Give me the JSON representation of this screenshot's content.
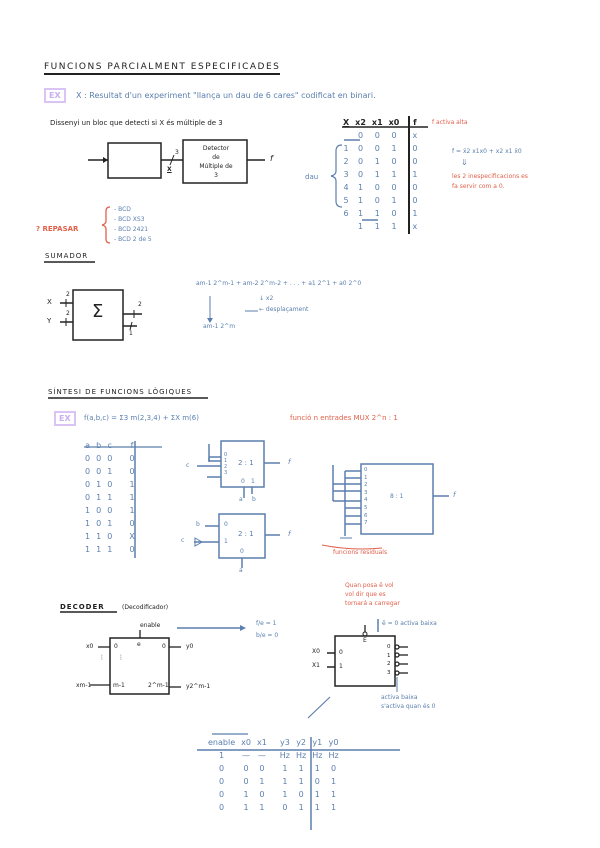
{
  "sections": {
    "s1": {
      "title": "FUNCIONS PARCIALMENT ESPECIFICADES",
      "ex_badge": "EX",
      "ex_text": "X : Resultat d'un experiment \"llança un dau de 6 cares\" codificat en binari.",
      "task": "Dissenyi un bloc que detecti si X és múltiple de 3",
      "detector_label": [
        "Detector",
        "de",
        "Múltiple de",
        "3"
      ],
      "bus_width": "3",
      "bus_name": "X",
      "output_name": "f",
      "dau_label": "dau",
      "truth_table": {
        "headers": [
          "X",
          "x2",
          "x1",
          "x0",
          "f"
        ],
        "rows": [
          [
            "",
            "0",
            "0",
            "0",
            "x"
          ],
          [
            "1",
            "0",
            "0",
            "1",
            "0"
          ],
          [
            "2",
            "0",
            "1",
            "0",
            "0"
          ],
          [
            "3",
            "0",
            "1",
            "1",
            "1"
          ],
          [
            "4",
            "1",
            "0",
            "0",
            "0"
          ],
          [
            "5",
            "1",
            "0",
            "1",
            "0"
          ],
          [
            "6",
            "1",
            "1",
            "0",
            "1"
          ],
          [
            "",
            "1",
            "1",
            "1",
            "x"
          ]
        ]
      },
      "note_active": "f activa alta",
      "formula": "f = x̄2 x1x0 + x2 x1 x̄0",
      "arrow": "⇓",
      "note_unspec": [
        "les 2 inespecificacions es",
        "fa servir com a 0."
      ],
      "review_label": "REPASAR",
      "review_items": [
        "- BCD",
        "- BCD XS3",
        "- BCD 2421",
        "- BCD 2 de 5"
      ]
    },
    "s2": {
      "title": "SUMADOR",
      "in_x": "X",
      "in_y": "Y",
      "in_x_w": "2",
      "in_y_w": "2",
      "out_w": "2",
      "carry_w": "1",
      "sigma": "Σ",
      "series": "am-1 2^m-1 + am-2 2^m-2 + . . . + a1 2^1 + a0 2^0",
      "x2": "↓ x2",
      "shift": "← desplaçament",
      "result": "am-1 2^m"
    },
    "s3": {
      "title": "SÍNTESI DE FUNCIONS LÒGIQUES",
      "ex_badge": "EX",
      "expr": "f(a,b,c) = Σ3 m(2,3,4) + ΣX m(6)",
      "note": "funció n entrades  MUX 2^n : 1",
      "table": {
        "headers": [
          "a",
          "b",
          "c",
          "f"
        ],
        "rows": [
          [
            "0",
            "0",
            "0",
            "0"
          ],
          [
            "0",
            "0",
            "1",
            "0"
          ],
          [
            "0",
            "1",
            "0",
            "1"
          ],
          [
            "0",
            "1",
            "1",
            "1"
          ],
          [
            "1",
            "0",
            "0",
            "1"
          ],
          [
            "1",
            "0",
            "1",
            "0"
          ],
          [
            "1",
            "1",
            "0",
            "X"
          ],
          [
            "1",
            "1",
            "1",
            "0"
          ]
        ]
      },
      "mux1": {
        "label": "2 : 1",
        "inputs": [
          "0",
          "1",
          "2",
          "3"
        ],
        "sel": [
          "0",
          "1"
        ],
        "sel_names": [
          "a",
          "b"
        ],
        "c": "c",
        "out": "f"
      },
      "mux2": {
        "label": "2 : 1",
        "inputs": [
          "0",
          "1"
        ],
        "sel": "0",
        "sel_name": "a",
        "b": "b",
        "c": "c",
        "out": "f"
      },
      "mux3": {
        "label": "8 : 1",
        "inputs": [
          "0",
          "1",
          "2",
          "3",
          "4",
          "5",
          "6",
          "7"
        ],
        "out": "f",
        "note": "funcions residuals"
      }
    },
    "s4": {
      "title": "DECODER",
      "subtitle": "(Decodificador)",
      "enable": "enable",
      "e": "e",
      "in0": "x0",
      "in_last": "xm-1",
      "pin0": "0",
      "pin_last": "m-1",
      "out0_pin": "0",
      "out_last_pin": "2^m-1",
      "out0": "y0",
      "out_last": "y2^m-1",
      "enable_notes": [
        "f/e = 1",
        "b/e = 0"
      ],
      "note_circle": [
        "Quan posa ē vol",
        "vol dir que es",
        "tornará a carregar"
      ],
      "note_active_low": "ē = 0  activa baixa",
      "note_outputs": [
        "activa baixa",
        "s'activa quan és 0"
      ],
      "dec2_inputs": [
        "X0",
        "X1"
      ],
      "dec2_pins": [
        "0",
        "1"
      ],
      "dec2_outs": [
        "0",
        "1",
        "2",
        "3"
      ],
      "dec2_e": "E",
      "table": {
        "headers": [
          "enable",
          "x0",
          "x1",
          "y3",
          "y2",
          "y1",
          "y0"
        ],
        "rows": [
          [
            "1",
            "—",
            "—",
            "Hz",
            "Hz",
            "Hz",
            "Hz"
          ],
          [
            "0",
            "0",
            "0",
            "1",
            "1",
            "1",
            "0"
          ],
          [
            "0",
            "0",
            "1",
            "1",
            "1",
            "0",
            "1"
          ],
          [
            "0",
            "1",
            "0",
            "1",
            "0",
            "1",
            "1"
          ],
          [
            "0",
            "1",
            "1",
            "0",
            "1",
            "1",
            "1"
          ]
        ]
      }
    }
  }
}
